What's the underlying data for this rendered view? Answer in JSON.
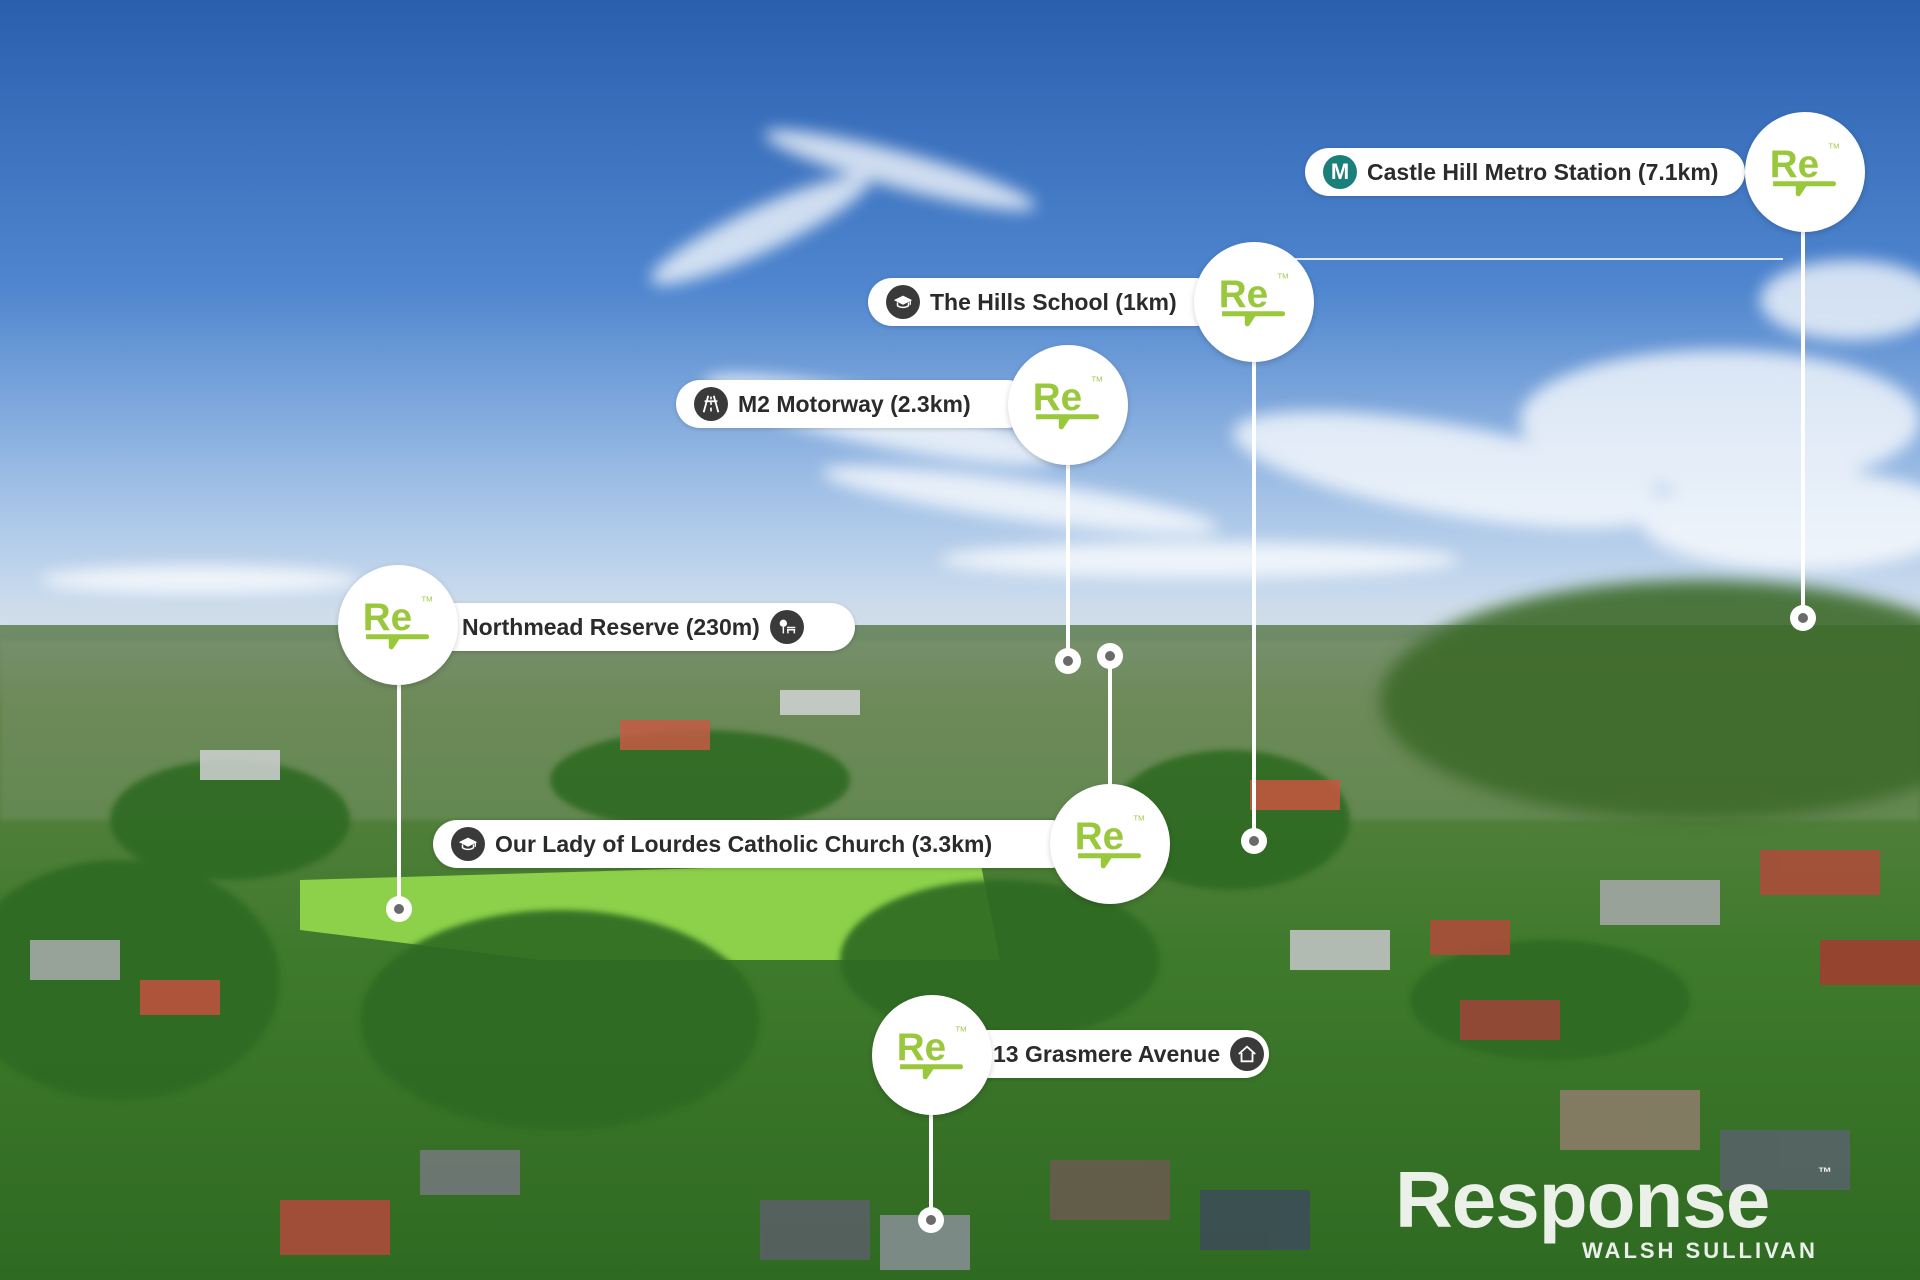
{
  "colors": {
    "accent_green": "#9ac83c",
    "metro_teal": "#1a7f7a",
    "icon_dark": "#3a3a3a",
    "label_text": "#2b2b2b"
  },
  "markers": [
    {
      "id": "castle-hill",
      "label": "Castle Hill Metro Station (7.1km)",
      "icon": "metro-icon",
      "icon_text": "M"
    },
    {
      "id": "hills-school",
      "label": "The Hills School (1km)",
      "icon": "graduation-cap-icon"
    },
    {
      "id": "m2-motorway",
      "label": "M2 Motorway (2.3km)",
      "icon": "motorway-icon"
    },
    {
      "id": "northmead-reserve",
      "label": "Northmead Reserve (230m)",
      "icon": "park-bench-icon"
    },
    {
      "id": "our-lady",
      "label": "Our Lady of Lourdes Catholic Church (3.3km)",
      "icon": "graduation-cap-icon"
    },
    {
      "id": "grasmere",
      "label": "13 Grasmere Avenue",
      "icon": "house-icon"
    }
  ],
  "brand": {
    "wordmark": "Response",
    "trademark": "™",
    "subtitle": "WALSH SULLIVAN"
  }
}
